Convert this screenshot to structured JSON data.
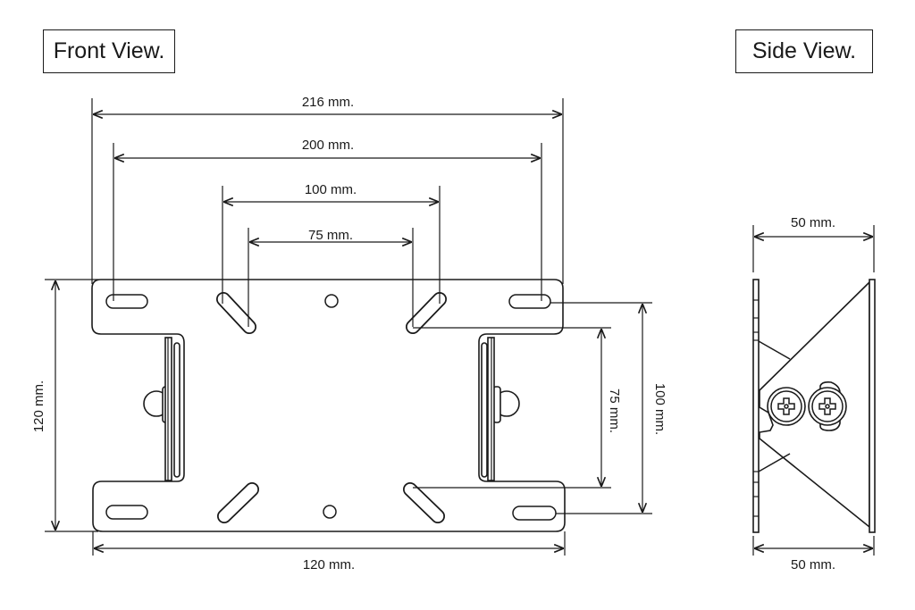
{
  "front_view": {
    "title": "Front View.",
    "dimensions": {
      "overall_width": "216 mm.",
      "outer_holes": "200 mm.",
      "vesa_100_horizontal": "100 mm.",
      "vesa_75_horizontal": "75 mm.",
      "overall_height": "120 mm.",
      "vesa_100_vertical": "100 mm.",
      "vesa_75_vertical": "75 mm.",
      "bottom_width": "120 mm."
    }
  },
  "side_view": {
    "title": "Side View.",
    "dimensions": {
      "top_depth": "50 mm.",
      "bottom_depth": "50 mm."
    }
  }
}
